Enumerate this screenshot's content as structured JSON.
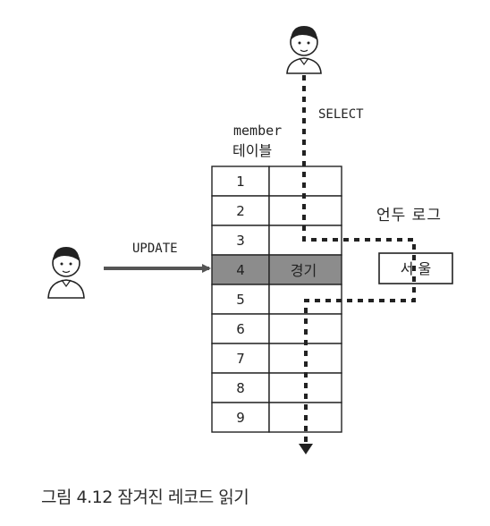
{
  "labels": {
    "select": "SELECT",
    "update": "UPDATE",
    "table_name_line1": "member",
    "table_name_line2": "테이블",
    "undo_log": "언두 로그",
    "undo_value": "서 울"
  },
  "table": {
    "rows": [
      {
        "id": "1",
        "value": ""
      },
      {
        "id": "2",
        "value": ""
      },
      {
        "id": "3",
        "value": ""
      },
      {
        "id": "4",
        "value": "경기",
        "locked": true
      },
      {
        "id": "5",
        "value": ""
      },
      {
        "id": "6",
        "value": ""
      },
      {
        "id": "7",
        "value": ""
      },
      {
        "id": "8",
        "value": ""
      },
      {
        "id": "9",
        "value": ""
      }
    ]
  },
  "caption": "그림 4.12 잠겨진 레코드 읽기",
  "colors": {
    "locked_row": "#8c8c8c",
    "arrow": "#555555",
    "dotted_path": "#222222"
  },
  "icons": [
    "user-avatar-icon",
    "user-avatar-icon"
  ]
}
